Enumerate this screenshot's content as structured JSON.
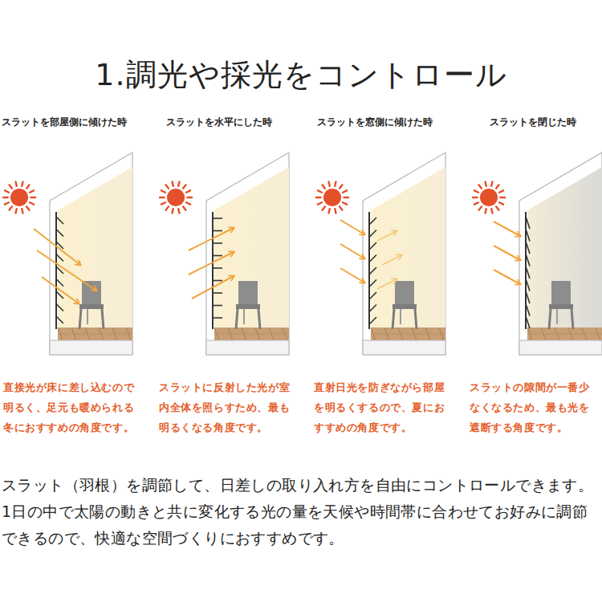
{
  "diagram": {
    "title": "1.調光や採光をコントロール",
    "caption": "スラット（羽根）を調節して、日差しの取り入れ方を自由にコントロールできます。1日の中で太陽の動きと共に変化する光の量を天候や時間帯に合わせてお好みに調節できるので、快適な空間づくりにおすすめです。",
    "labels": [
      "スラットを部屋側に傾けた時",
      "スラットを水平にした時",
      "スラットを窓側に傾けた時",
      "スラットを閉じた時",
      "直接光が床に差し込むので明るく、足元も暖められる冬におすすめの角度です。",
      "スラットに反射した光が室内全体を照らすため、最も明るくなる角度です。",
      "直射日光を防ぎながら部屋を明るくするので、夏におすすめの角度です。",
      "スラットの隙間が一番少なくなるため、最も光を遮断する角度です。"
    ]
  }
}
